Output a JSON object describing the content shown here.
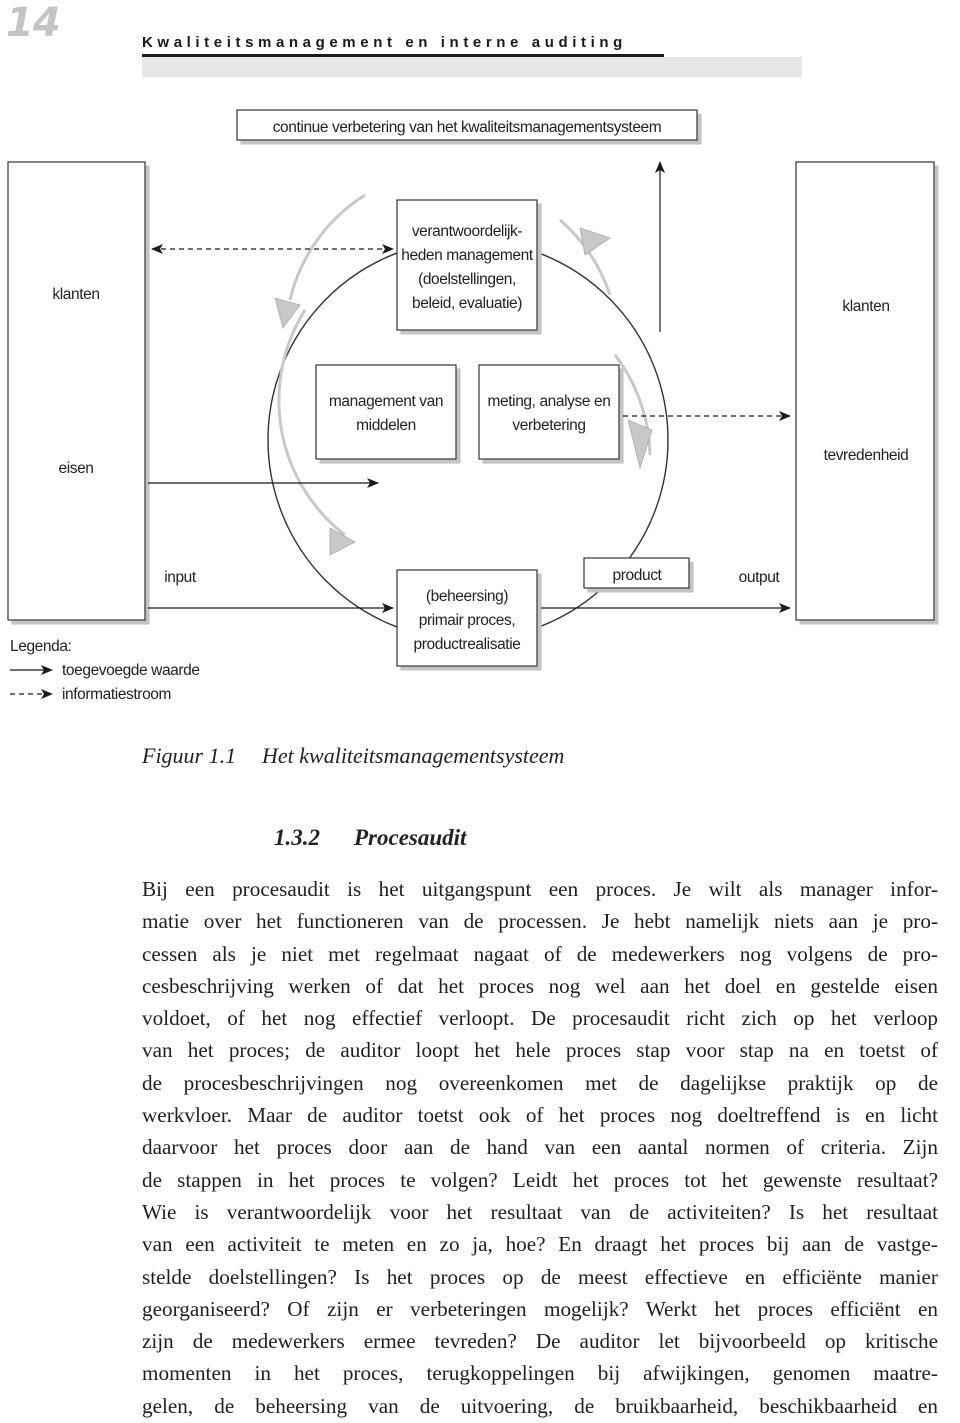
{
  "header": {
    "page_number": "14",
    "running_title": "Kwaliteitsmanagement en interne auditing"
  },
  "diagram": {
    "top_banner": "continue verbetering van het kwaliteitsmanagementsysteem",
    "left_column": {
      "klanten": "klanten",
      "eisen": "eisen"
    },
    "right_column": {
      "klanten": "klanten",
      "tevredenheid": "tevredenheid"
    },
    "box_management": [
      "verantwoordelijk-",
      "heden management",
      "(doelstellingen,",
      "beleid, evaluatie)"
    ],
    "box_middelen": [
      "management van",
      "middelen"
    ],
    "box_meting": [
      "meting, analyse en",
      "verbetering"
    ],
    "box_primair": [
      "(beheersing)",
      "primair proces,",
      "productrealisatie"
    ],
    "box_product": "product",
    "label_input": "input",
    "label_output": "output",
    "legend": {
      "title": "Legenda:",
      "solid_label": "toegevoegde waarde",
      "dashed_label": "informatiestroom"
    }
  },
  "caption": {
    "number": "Figuur 1.1",
    "title": "Het kwaliteitsmanagementsysteem"
  },
  "section": {
    "number": "1.3.2",
    "title": "Procesaudit"
  },
  "body_lines": [
    "Bij een procesaudit is het uitgangspunt een proces. Je wilt als manager infor-",
    "matie over het functioneren van de processen. Je hebt namelijk niets aan je pro-",
    "cessen als je niet met regelmaat nagaat of de medewerkers nog volgens de pro-",
    "cesbeschrijving werken of dat het proces nog wel aan het doel en gestelde eisen",
    "voldoet, of het nog effectief verloopt. De procesaudit richt zich op het verloop",
    "van het proces; de auditor loopt het hele proces stap voor stap na en toetst of",
    "de procesbeschrijvingen nog overeenkomen met de dagelijkse praktijk op de",
    "werkvloer. Maar de auditor toetst ook of het proces nog doeltreffend is en licht",
    "daarvoor het proces door aan de hand van een aantal normen of criteria. Zijn",
    "de stappen in het proces te volgen? Leidt het proces tot het gewenste resultaat?",
    "Wie is verantwoordelijk voor het resultaat van de activiteiten? Is het resultaat",
    "van een activiteit te meten en zo ja, hoe? En draagt het proces bij aan de vastge-",
    "stelde doelstellingen? Is het proces op de meest effectieve en efficiënte manier",
    "georganiseerd? Of zijn er verbeteringen mogelijk? Werkt het proces efficiënt en",
    "zijn de medewerkers ermee tevreden? De auditor let bijvoorbeeld op kritische",
    "momenten in het proces, terugkoppelingen bij afwijkingen, genomen maatre-",
    "gelen, de beheersing van de uitvoering, de bruikbaarheid, beschikbaarheid en"
  ]
}
